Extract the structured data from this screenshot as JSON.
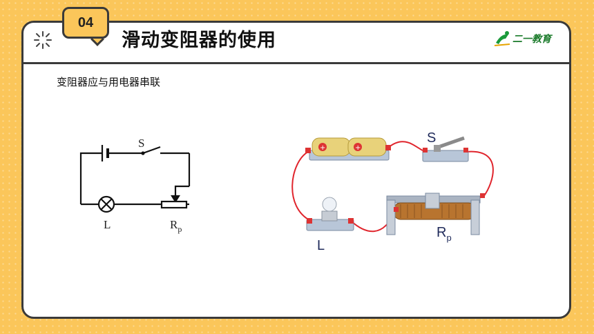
{
  "header": {
    "section_number": "04",
    "title": "滑动变阻器的使用",
    "logo_text": "二一教育"
  },
  "content": {
    "subtitle": "变阻器应与用电器串联"
  },
  "circuit_diagram": {
    "switch_label": "S",
    "lamp_label": "L",
    "rheostat_label_main": "R",
    "rheostat_label_sub": "p"
  },
  "apparatus_photo": {
    "switch_label": "S",
    "lamp_label": "L",
    "rheostat_label_main": "R",
    "rheostat_label_sub": "p"
  },
  "colors": {
    "background": "#FBC65A",
    "wire_red": "#E0242C",
    "card_border": "#3a3a3a"
  }
}
